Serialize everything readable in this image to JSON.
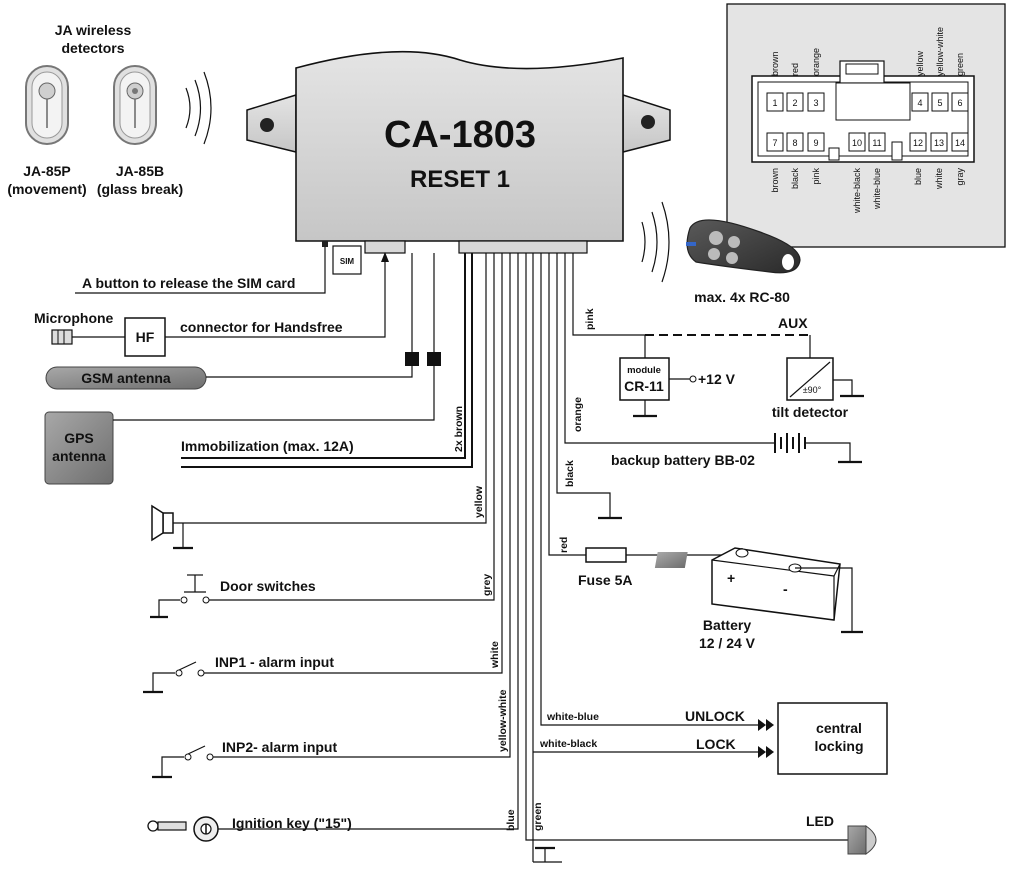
{
  "unit": {
    "model": "CA-1803",
    "subtitle": "RESET 1"
  },
  "detectors": {
    "heading_line1": "JA wireless",
    "heading_line2": "detectors",
    "d1_name": "JA-85P",
    "d1_desc": "(movement)",
    "d2_name": "JA-85B",
    "d2_desc": "(glass break)"
  },
  "remote": {
    "label": "max. 4x RC-80"
  },
  "left_labels": {
    "sim_release": "A button to release the SIM card",
    "sim_text": "SIM",
    "microphone": "Microphone",
    "hf_box": "HF",
    "handsfree": "connector for Handsfree",
    "gsm_antenna": "GSM antenna",
    "gps_line1": "GPS",
    "gps_line2": "antenna",
    "immobilization": "Immobilization (max. 12A)",
    "door_switches": "Door switches",
    "inp1": "INP1 - alarm input",
    "inp2": "INP2- alarm input",
    "ignition": "Ignition key (\"15\")"
  },
  "wire_labels": {
    "brown2x": "2x brown",
    "yellow": "yellow",
    "grey": "grey",
    "white": "white",
    "yellow_white": "yellow-white",
    "blue": "blue",
    "green": "green",
    "pink": "pink",
    "orange": "orange",
    "black": "black",
    "red": "red",
    "white_blue": "white-blue",
    "white_black": "white-black"
  },
  "right_labels": {
    "aux": "AUX",
    "module_word": "module",
    "module_name": "CR-11",
    "plus12": "+12 V",
    "tilt_angle": "±90°",
    "tilt_detector": "tilt detector",
    "backup_battery": "backup battery  BB-02",
    "fuse": "Fuse 5A",
    "battery_line1": "Battery",
    "battery_line2": "12 / 24 V",
    "plus": "+",
    "minus": "-",
    "unlock": "UNLOCK",
    "lock": "LOCK",
    "central_line1": "central",
    "central_line2": "locking",
    "led": "LED"
  },
  "connector": {
    "top_labels": [
      "brown",
      "red",
      "orange",
      "yellow",
      "yellow-white",
      "green"
    ],
    "bottom_labels": [
      "brown",
      "black",
      "pink",
      "white-black",
      "white-blue",
      "blue",
      "white",
      "gray"
    ],
    "pins": [
      "1",
      "2",
      "3",
      "4",
      "5",
      "6",
      "7",
      "8",
      "9",
      "10",
      "11",
      "12",
      "13",
      "14"
    ]
  }
}
